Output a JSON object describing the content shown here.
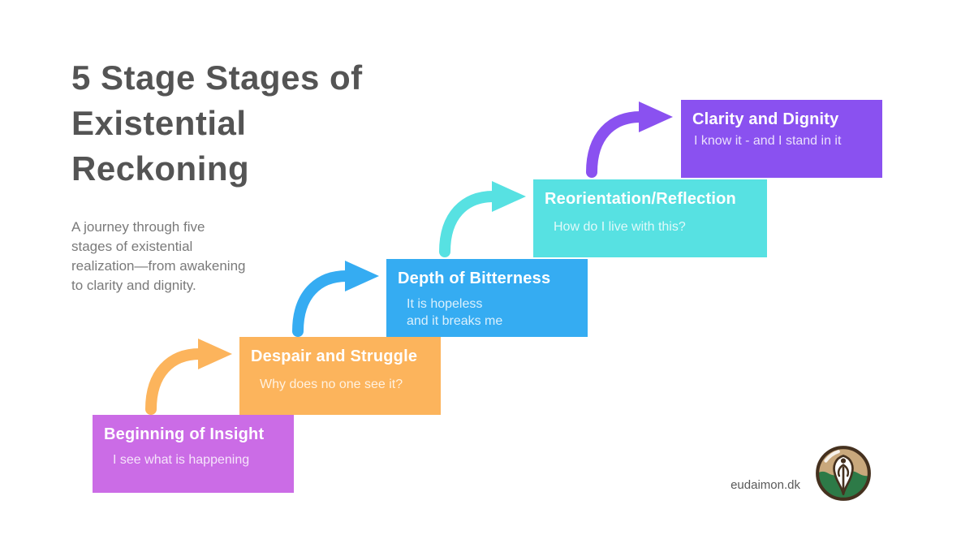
{
  "header": {
    "title": "5 Stage Stages of\nExistential\nReckoning",
    "title_color": "#545454",
    "subtitle": "A journey through five\nstages of existential\nrealization—from awakening\nto clarity and dignity.",
    "subtitle_color": "#7a7a7a"
  },
  "stages": [
    {
      "name": "Beginning of Insight",
      "caption": "I see what is happening",
      "color": "#cb6ce6"
    },
    {
      "name": "Despair and Struggle",
      "caption": "Why does no one see it?",
      "color": "#fcb45c"
    },
    {
      "name": "Depth of Bitterness",
      "caption": "It is hopeless\nand it breaks me",
      "color": "#35acf2"
    },
    {
      "name": "Reorientation/Reflection",
      "caption": "How do I live with this?",
      "color": "#57e1e2"
    },
    {
      "name": "Clarity and Dignity",
      "caption": "I know it - and I stand in it",
      "color": "#8a51f0"
    }
  ],
  "arrows": [
    {
      "color": "#fcb45c"
    },
    {
      "color": "#35acf2"
    },
    {
      "color": "#57e1e2"
    },
    {
      "color": "#8a51f0"
    }
  ],
  "footer": {
    "brand": "eudaimon.dk",
    "brand_color": "#595959",
    "logo": {
      "ring": "#45311f",
      "sand": "#c9a87c",
      "green": "#2d7a47",
      "figure": "#ffffff"
    }
  }
}
